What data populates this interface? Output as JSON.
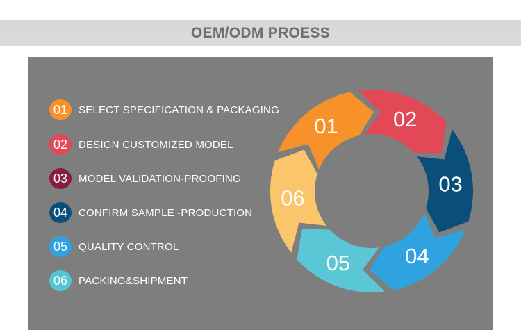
{
  "header": {
    "title": "OEM/ODM PROESS"
  },
  "steps": [
    {
      "num": "01",
      "label": "SELECT SPECIFICATION & PACKAGING",
      "color": "#F7922A"
    },
    {
      "num": "02",
      "label": "DESIGN CUSTOMIZED MODEL",
      "color": "#E24856"
    },
    {
      "num": "03",
      "label": "MODEL VALIDATION-PROOFING",
      "color": "#861E3D"
    },
    {
      "num": "04",
      "label": "CONFIRM SAMPLE -PRODUCTION",
      "color": "#0A4F7A"
    },
    {
      "num": "05",
      "label": "QUALITY CONTROL",
      "color": "#2FA3E0"
    },
    {
      "num": "06",
      "label": "PACKING&SHIPMENT",
      "color": "#55C4D4"
    }
  ],
  "cycle": [
    {
      "num": "01",
      "color": "#F7922A"
    },
    {
      "num": "02",
      "color": "#E24856"
    },
    {
      "num": "03",
      "color": "#0A4F7A"
    },
    {
      "num": "04",
      "color": "#2FA3E0"
    },
    {
      "num": "05",
      "color": "#5BC7D6"
    },
    {
      "num": "06",
      "color": "#FBC66B"
    }
  ]
}
